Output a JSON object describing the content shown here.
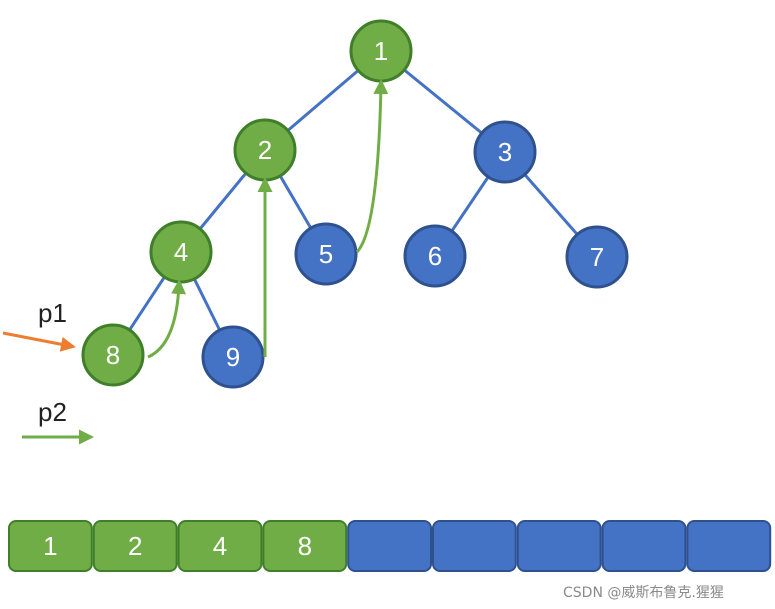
{
  "colors": {
    "green": "#70ad47",
    "blue": "#4472c4",
    "green_border": "#3f7f2a",
    "blue_border": "#2f528f",
    "edge": "#4472c4",
    "traverse_arrow": "#70ad47",
    "p1_arrow": "#ed7d31",
    "p2_arrow": "#70ad47"
  },
  "tree": {
    "nodes": [
      {
        "id": "1",
        "label": "1",
        "state": "green"
      },
      {
        "id": "2",
        "label": "2",
        "state": "green"
      },
      {
        "id": "3",
        "label": "3",
        "state": "blue"
      },
      {
        "id": "4",
        "label": "4",
        "state": "green"
      },
      {
        "id": "5",
        "label": "5",
        "state": "blue"
      },
      {
        "id": "6",
        "label": "6",
        "state": "blue"
      },
      {
        "id": "7",
        "label": "7",
        "state": "blue"
      },
      {
        "id": "8",
        "label": "8",
        "state": "green"
      },
      {
        "id": "9",
        "label": "9",
        "state": "blue"
      }
    ],
    "edges": [
      [
        "1",
        "2"
      ],
      [
        "1",
        "3"
      ],
      [
        "2",
        "4"
      ],
      [
        "2",
        "5"
      ],
      [
        "3",
        "6"
      ],
      [
        "3",
        "7"
      ],
      [
        "4",
        "8"
      ],
      [
        "4",
        "9"
      ]
    ],
    "traversal_arrows": [
      [
        "8",
        "4"
      ],
      [
        "9",
        "2"
      ],
      [
        "5",
        "1"
      ]
    ]
  },
  "pointers": {
    "p1_label": "p1",
    "p2_label": "p2"
  },
  "array": {
    "cells": [
      {
        "label": "1",
        "state": "green"
      },
      {
        "label": "2",
        "state": "green"
      },
      {
        "label": "4",
        "state": "green"
      },
      {
        "label": "8",
        "state": "green"
      },
      {
        "label": "",
        "state": "blue"
      },
      {
        "label": "",
        "state": "blue"
      },
      {
        "label": "",
        "state": "blue"
      },
      {
        "label": "",
        "state": "blue"
      },
      {
        "label": "",
        "state": "blue"
      }
    ]
  },
  "watermark": "CSDN @威斯布鲁克.猩猩"
}
